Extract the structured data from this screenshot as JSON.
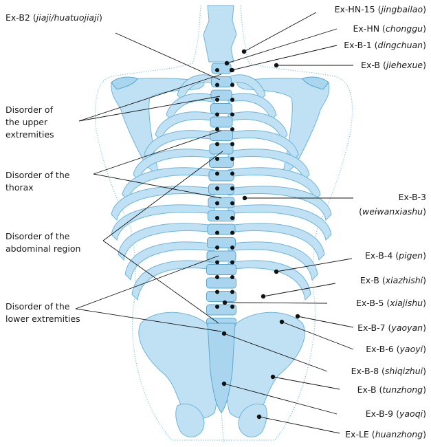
{
  "labels": {
    "ex_b2": {
      "code": "Ex-B2",
      "name": "jiaji/huatuojiaji"
    },
    "ex_hn15": {
      "code": "Ex-HN-15",
      "name": "jingbailao"
    },
    "ex_hn": {
      "code": "Ex-HN",
      "name": "chonggu"
    },
    "ex_b1": {
      "code": "Ex-B-1",
      "name": "dingchuan"
    },
    "ex_b_jiehexue": {
      "code": "Ex-B",
      "name": "jiehexue"
    },
    "ex_b3": {
      "code": "Ex-B-3",
      "name": "weiwanxiashu"
    },
    "ex_b4": {
      "code": "Ex-B-4",
      "name": "pigen"
    },
    "ex_b_xiazhishi": {
      "code": "Ex-B",
      "name": "xiazhishi"
    },
    "ex_b5": {
      "code": "Ex-B-5",
      "name": "xiajishu"
    },
    "ex_b7": {
      "code": "Ex-B-7",
      "name": "yaoyan"
    },
    "ex_b6": {
      "code": "Ex-B-6",
      "name": "yaoyi"
    },
    "ex_b8": {
      "code": "Ex-B-8",
      "name": "shiqizhui"
    },
    "ex_b_tunzhong": {
      "code": "Ex-B",
      "name": "tunzhong"
    },
    "ex_b9": {
      "code": "Ex-B-9",
      "name": "yaoqi"
    },
    "ex_le": {
      "code": "Ex-LE",
      "name": "huanzhong"
    }
  },
  "disorders": {
    "upper": [
      "Disorder of",
      "the upper",
      "extremities"
    ],
    "thorax": [
      "Disorder of the",
      "thorax"
    ],
    "abdominal": [
      "Disorder of the",
      "abdominal region"
    ],
    "lower": [
      "Disorder of the",
      "lower extremities"
    ]
  }
}
